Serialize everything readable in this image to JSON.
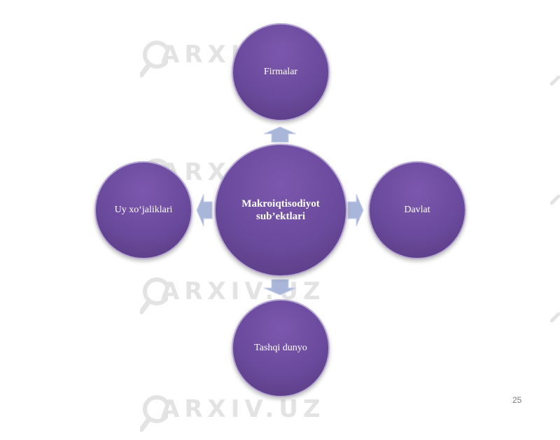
{
  "watermark": {
    "text": "ARXIV.UZ"
  },
  "diagram": {
    "center": "Makroiqtisodiyot sub’ektlari",
    "top": "Firmalar",
    "right": "Davlat",
    "bottom": "Tashqi dunyo",
    "left": "Uy xo‘jaliklari"
  },
  "colors": {
    "node_fill": "#6a4a9c",
    "node_border": "#b7a9d2",
    "arrow_fill": "#a9b6d9",
    "watermark": "#e3e3e3"
  },
  "page": {
    "number": "25"
  }
}
